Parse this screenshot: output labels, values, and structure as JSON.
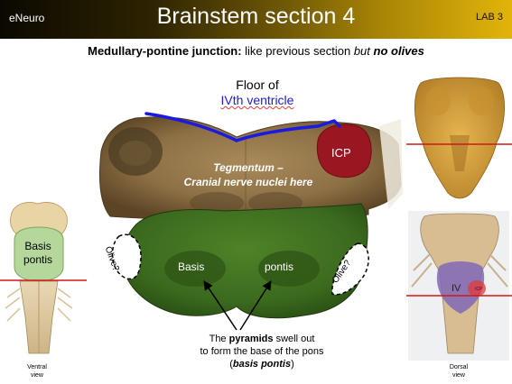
{
  "header": {
    "brand": "eNeuro",
    "title": "Brainstem section 4",
    "lab": "LAB 3"
  },
  "subtitle": {
    "bold_part": "Medullary-pontine junction:",
    "normal_part": " like previous section ",
    "italic_part": "but",
    "bold_italic_part": " no olives"
  },
  "labels": {
    "floor_line1": "Floor of",
    "floor_line2": "IVth ventricle",
    "tegmentum_line1": "Tegmentum –",
    "tegmentum_line2": "Cranial nerve nuclei here",
    "icp": "ICP",
    "basis": "Basis",
    "pontis": "pontis",
    "olive_left": "Olive?",
    "olive_right": "Olive?",
    "basis_pontis_line1": "Basis",
    "basis_pontis_line2": "pontis",
    "note_prefix": "The ",
    "note_bold": "pyramids",
    "note_rest": " swell out",
    "note_line2": "to form the base of the pons",
    "note_paren_open": "(",
    "note_line3_bold": "basis pontis",
    "note_paren_close": ")",
    "ventral_line1": "Ventral",
    "ventral_line2": "view",
    "dorsal_line1": "Dorsal",
    "dorsal_line2": "view",
    "iv": "IV",
    "icp_small": "ICP"
  },
  "colors": {
    "ventricle_floor_line": "#1a1ae0",
    "cut_line": "#d01818",
    "icp_region": "#9a1620",
    "basis_region": "#3d6e1f",
    "tegmentum": "#8a7042"
  }
}
